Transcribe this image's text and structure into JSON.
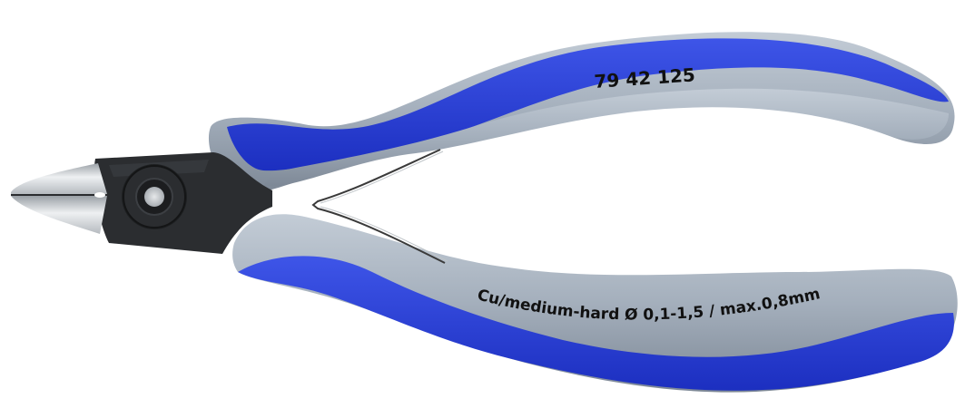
{
  "product": {
    "type": "precision electronics diagonal cutter pliers",
    "colors": {
      "background": "#ffffff",
      "handle_blue": "#2a3fd6",
      "handle_blue_dark": "#1a2ab0",
      "handle_grey": "#9aa6b4",
      "handle_grey_light": "#b4bec9",
      "handle_grey_dark": "#7a8594",
      "head_black": "#2b2d30",
      "blade_steel": "#cfd3d6",
      "spring_wire": "#3a3a3a",
      "text": "#111111"
    }
  },
  "upper_handle": {
    "marking": "79 42 125"
  },
  "lower_handle": {
    "marking": "Cu/medium-hard Ø 0,1-1,5 / max.0,8mm"
  }
}
